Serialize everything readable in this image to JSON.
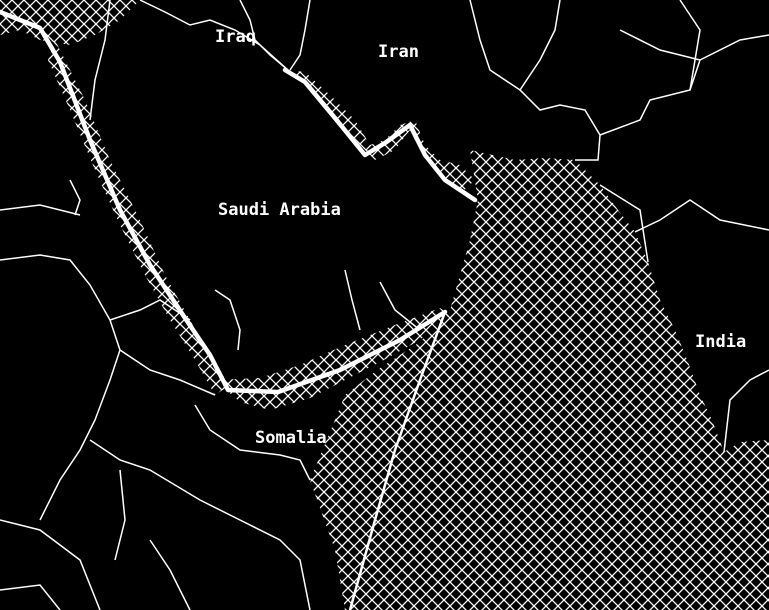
{
  "map": {
    "labels": {
      "iraq": "Iraq",
      "iran": "Iran",
      "saudi_arabia": "Saudi Arabia",
      "india": "India",
      "somalia": "Somalia"
    },
    "colors": {
      "background": "#000000",
      "lines": "#ffffff",
      "hatch": "#ffffff"
    }
  }
}
